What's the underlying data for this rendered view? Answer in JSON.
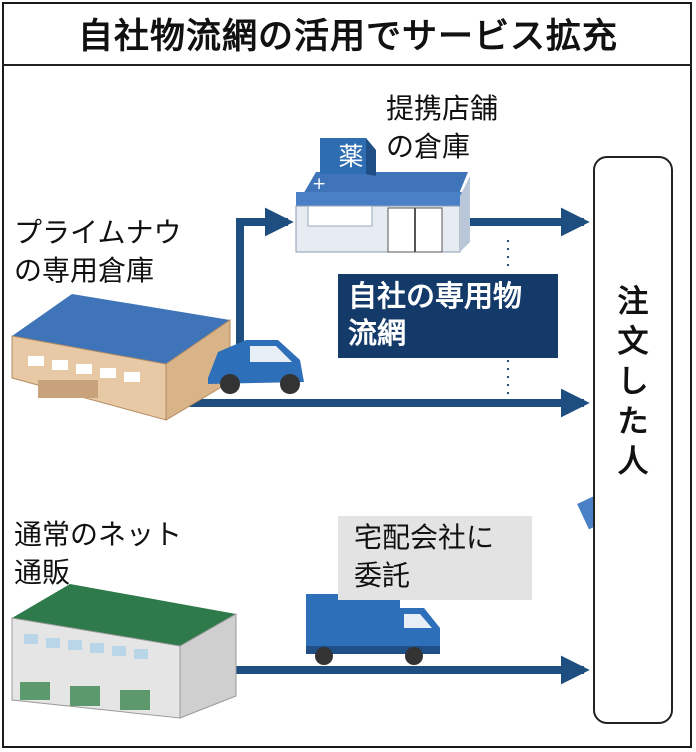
{
  "title": "自社物流網の活用でサービス拡充",
  "partner_store": {
    "line1": "提携店舗",
    "line2": "の倉庫",
    "sign": "薬"
  },
  "prime_warehouse": {
    "line1": "プライムナウ",
    "line2": "の専用倉庫"
  },
  "own_network": {
    "line1": "自社の専用物",
    "line2": "流網"
  },
  "regular_shop": {
    "line1": "通常のネット",
    "line2": "通販"
  },
  "delivery_company": {
    "line1": "宅配会社に",
    "line2": "委託"
  },
  "orderer": {
    "chars": [
      "注",
      "文",
      "し",
      "た",
      "人"
    ]
  },
  "colors": {
    "arrow": "#1e4e80",
    "dark_box": "#143a6a",
    "roof_blue": "#3f74b9",
    "roof_green": "#2f7a4a",
    "wall": "#e8c9a5"
  }
}
